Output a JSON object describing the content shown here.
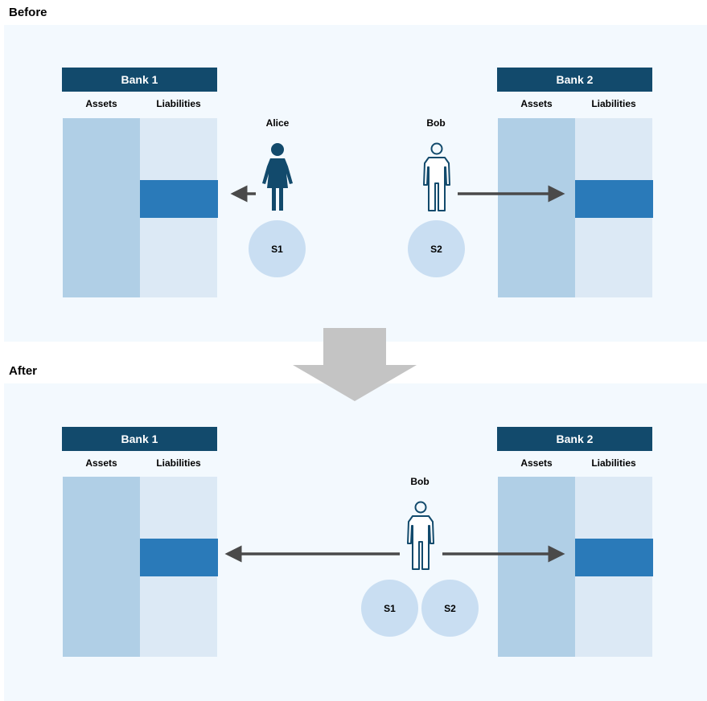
{
  "before": {
    "label": "Before",
    "bank1": {
      "title": "Bank 1",
      "assets": "Assets",
      "liabilities": "Liabilities"
    },
    "bank2": {
      "title": "Bank 2",
      "assets": "Assets",
      "liabilities": "Liabilities"
    },
    "alice": {
      "name": "Alice",
      "token": "S1"
    },
    "bob": {
      "name": "Bob",
      "token": "S2"
    }
  },
  "after": {
    "label": "After",
    "bank1": {
      "title": "Bank 1",
      "assets": "Assets",
      "liabilities": "Liabilities"
    },
    "bank2": {
      "title": "Bank 2",
      "assets": "Assets",
      "liabilities": "Liabilities"
    },
    "bob": {
      "name": "Bob",
      "tokens": [
        "S1",
        "S2"
      ]
    }
  },
  "colors": {
    "panel_bg": "#f3f9fe",
    "bank_header": "#124a6c",
    "assets": "#b0cfe6",
    "liabilities": "#dce9f5",
    "liability_highlight": "#2a7ab9",
    "token": "#c9def2",
    "arrow": "#4a4a4a",
    "transition_arrow": "#c4c4c4"
  }
}
